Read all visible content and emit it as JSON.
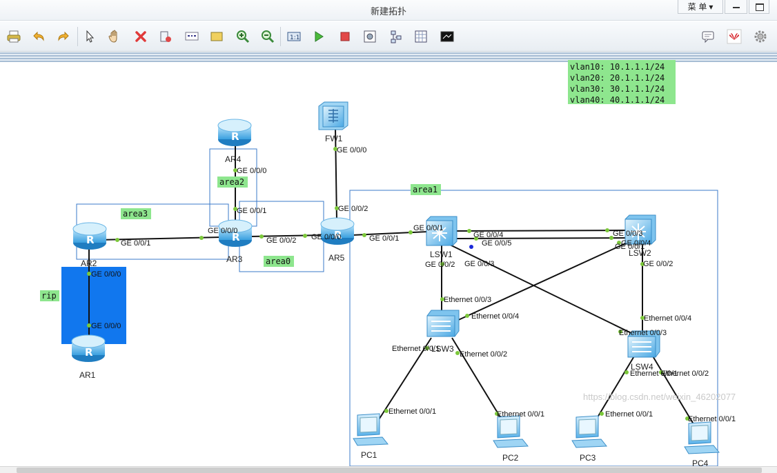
{
  "window": {
    "title": "新建拓扑",
    "menu_label": "菜 单",
    "menu_arrow": "▾"
  },
  "toolbar": {
    "icons": [
      "print-icon",
      "undo-icon",
      "redo-icon",
      "select-icon",
      "hand-icon",
      "delete-icon",
      "erase-icon",
      "text-icon",
      "rectangle-icon",
      "zoom-in-icon",
      "zoom-out-icon",
      "fit-icon",
      "start-icon",
      "stop-icon",
      "capture-icon",
      "topology-icon",
      "grid-icon",
      "console-icon",
      "message-icon",
      "huawei-logo-icon",
      "settings-icon"
    ]
  },
  "areas": {
    "area1": "area1",
    "area2": "area2",
    "area3": "area3",
    "area0": "area0",
    "rip": "rip"
  },
  "devices": {
    "AR1": "AR1",
    "AR2": "AR2",
    "AR3": "AR3",
    "AR4": "AR4",
    "AR5": "AR5",
    "FW1": "FW1",
    "LSW1": "LSW1",
    "LSW2": "LSW2",
    "LSW3": "LSW3",
    "LSW4": "LSW4",
    "PC1": "PC1",
    "PC2": "PC2",
    "PC3": "PC3",
    "PC4": "PC4"
  },
  "ports": {
    "ar4_g000": "GE 0/0/0",
    "ar3_g001": "GE 0/0/1",
    "ar3_g000": "GE 0/0/0",
    "ar3_g002": "GE 0/0/2",
    "ar2_g001": "GE 0/0/1",
    "ar2_g000": "GE 0/0/0",
    "ar1_g000": "GE 0/0/0",
    "ar5_g000": "GE 0/0/0",
    "ar5_g001": "GE 0/0/1",
    "ar5_g002": "GE 0/0/2",
    "fw1_g000": "GE 0/0/0",
    "lsw1_g001": "GE 0/0/1",
    "lsw1_g004": "GE 0/0/4",
    "lsw1_g005": "GE 0/0/5",
    "lsw1_g003": "GE 0/0/3",
    "lsw1_g002": "GE 0/0/2",
    "lsw2_g003": "GE 0/0/3",
    "lsw2_g004": "GE 0/0/4",
    "lsw2_g001": "GE 0/0/1",
    "lsw2_g002": "GE 0/0/2",
    "lsw3_e003": "Ethernet 0/0/3",
    "lsw3_e004": "Ethernet 0/0/4",
    "lsw3_e001": "Ethernet 0/0/1",
    "lsw3_e002": "Ethernet 0/0/2",
    "lsw4_e004": "Ethernet 0/0/4",
    "lsw4_e003": "Ethernet 0/0/3",
    "lsw4_e001": "Ethernet 0/0/1",
    "lsw4_e002": "Ethernet 0/0/2",
    "pc1_e001": "Ethernet 0/0/1",
    "pc2_e001": "Ethernet 0/0/1",
    "pc3_e001": "Ethernet 0/0/1",
    "pc4_e001": "Ethernet 0/0/1"
  },
  "vlans": [
    "vlan10: 10.1.1.1/24",
    "vlan20: 20.1.1.1/24",
    "vlan30: 30.1.1.1/24",
    "vlan40: 40.1.1.1/24"
  ],
  "watermark": "https://blog.csdn.net/weixin_46202077",
  "colors": {
    "area_border": "#3a78c8",
    "rip_fill": "#1177ee",
    "label_fill": "#8ee68e",
    "port_dot": "#7cc83a",
    "link": "#111111"
  }
}
